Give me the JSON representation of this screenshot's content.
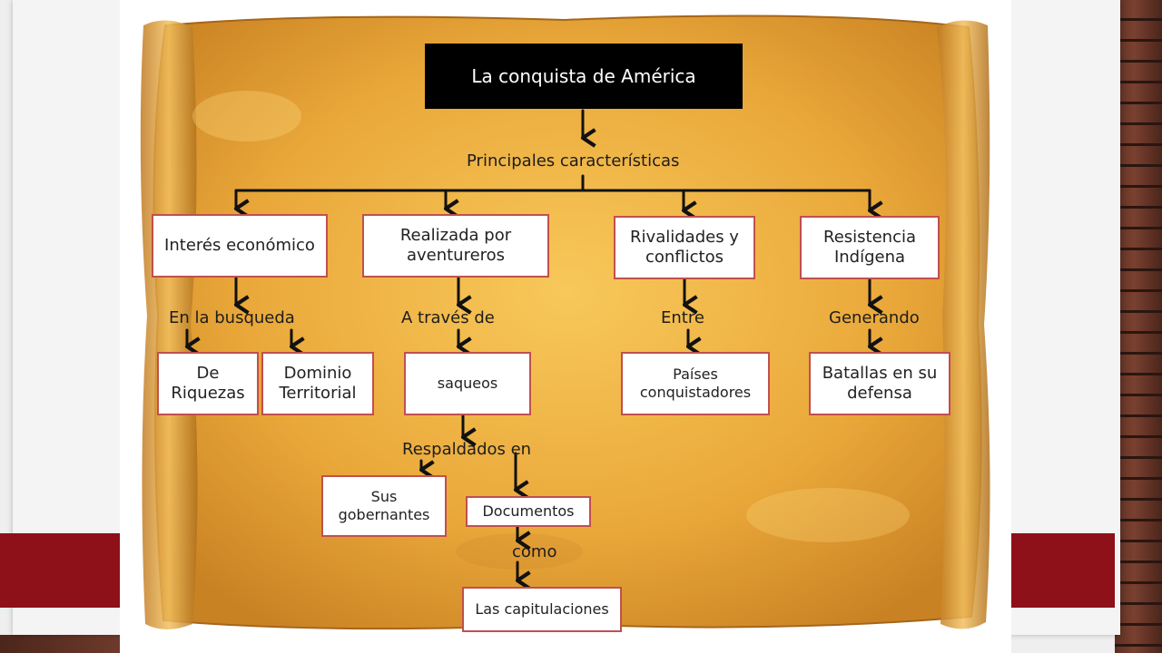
{
  "diagram": {
    "title": "La conquista de América",
    "subtitle": "Principales características",
    "branches": [
      {
        "label": "Interés económico",
        "connector": "En la busqueda",
        "results": [
          "De Riquezas",
          "Dominio Territorial"
        ]
      },
      {
        "label": "Realizada por aventureros",
        "connector": "A través de",
        "results": [
          "saqueos"
        ]
      },
      {
        "label": "Rivalidades y conflictos",
        "connector": "Entre",
        "results": [
          "Países conquistadores"
        ]
      },
      {
        "label": "Resistencia Indígena",
        "connector": "Generando",
        "results": [
          "Batallas en su defensa"
        ]
      }
    ],
    "sub": {
      "connector": "Respaldados en",
      "results": [
        "Sus gobernantes",
        "Documentos"
      ],
      "connector2": "como",
      "final": "Las capitulaciones"
    },
    "colors": {
      "parchment": "#e8a43a",
      "node_border": "#c0504d",
      "title_bg": "#000000",
      "accent_band": "#8e1018"
    }
  }
}
